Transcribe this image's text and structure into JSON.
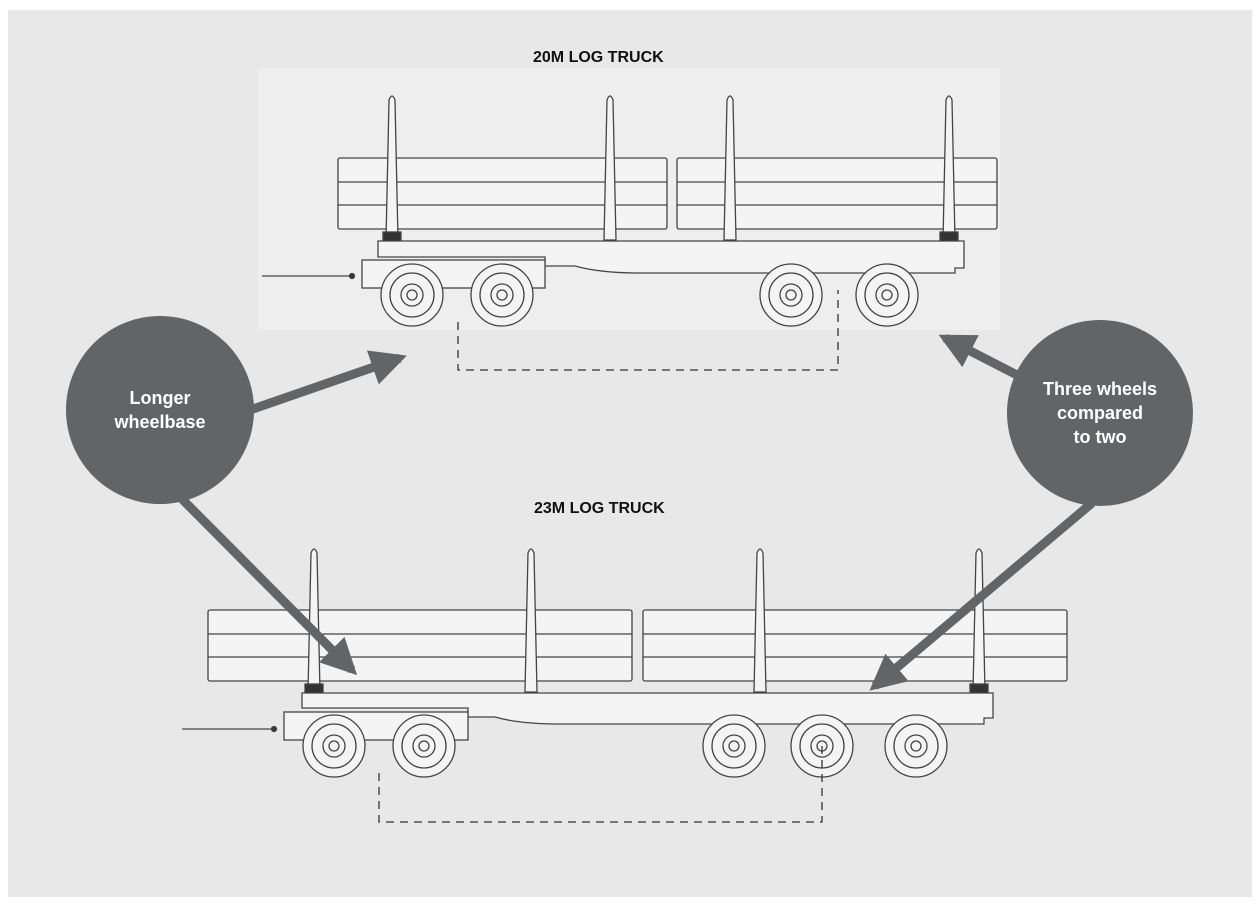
{
  "diagram": {
    "top_title": "20M LOG TRUCK",
    "bottom_title": "23M LOG TRUCK",
    "callout_left": "Longer\nwheelbase",
    "callout_right": "Three wheels\ncompared\nto two",
    "colors": {
      "callout": "#636466",
      "background": "#e8e8e8",
      "line_art": "#444444",
      "log_fill": "#f4f4f4"
    }
  }
}
